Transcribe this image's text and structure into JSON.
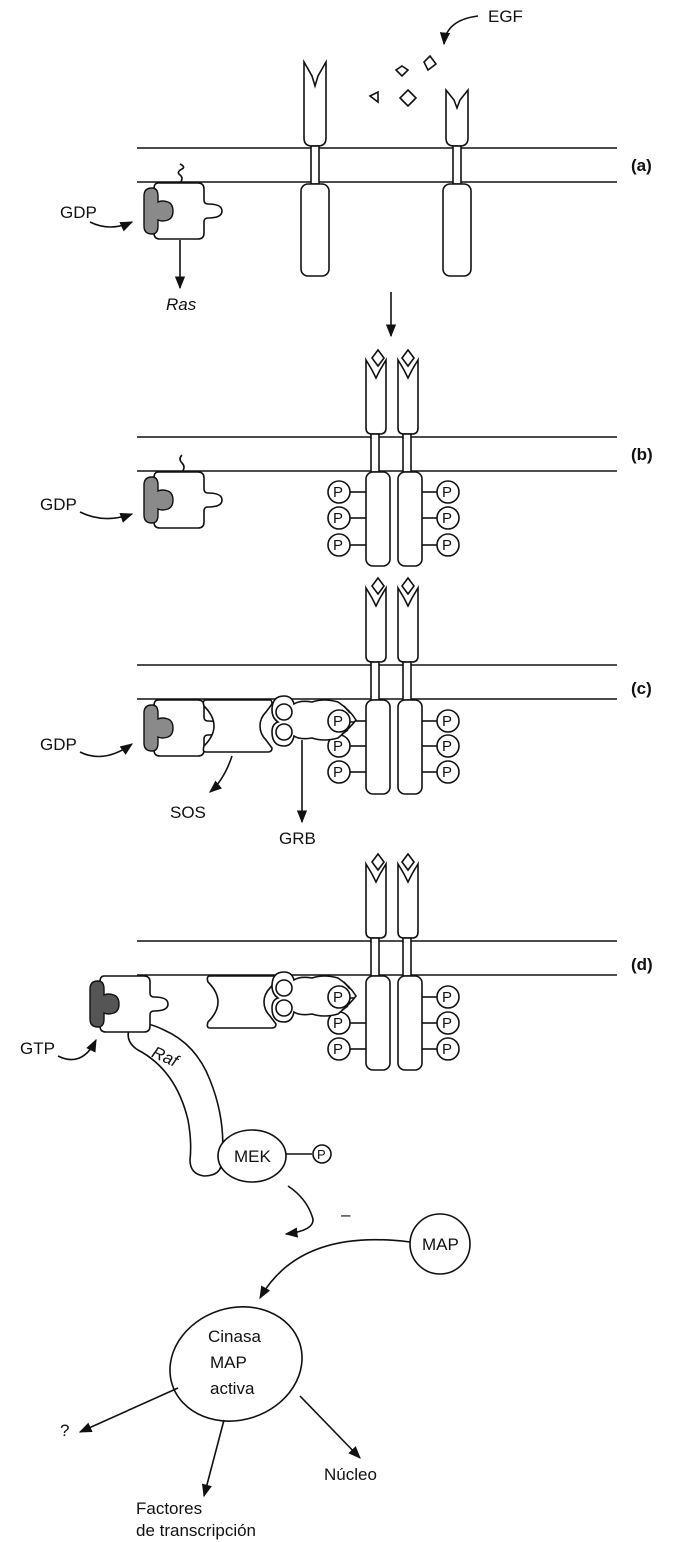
{
  "panels": {
    "a": {
      "tag": "(a)"
    },
    "b": {
      "tag": "(b)"
    },
    "c": {
      "tag": "(c)"
    },
    "d": {
      "tag": "(d)"
    }
  },
  "labels": {
    "egf": "EGF",
    "gdp": "GDP",
    "gtp": "GTP",
    "ras": "Ras",
    "sos": "SOS",
    "grb": "GRB",
    "raf": "Raf",
    "mek": "MEK",
    "map": "MAP",
    "phospho": "P",
    "minus": "–",
    "kinase_line1": "Cinasa",
    "kinase_line2": "MAP",
    "kinase_line3": "activa",
    "unknown": "?",
    "nucleus": "Núcleo",
    "tf_line1": "Factores",
    "tf_line2": "de transcripción"
  },
  "colors": {
    "gdp_fill": "#8a8a8a",
    "gtp_fill": "#555555",
    "line": "#111111"
  }
}
